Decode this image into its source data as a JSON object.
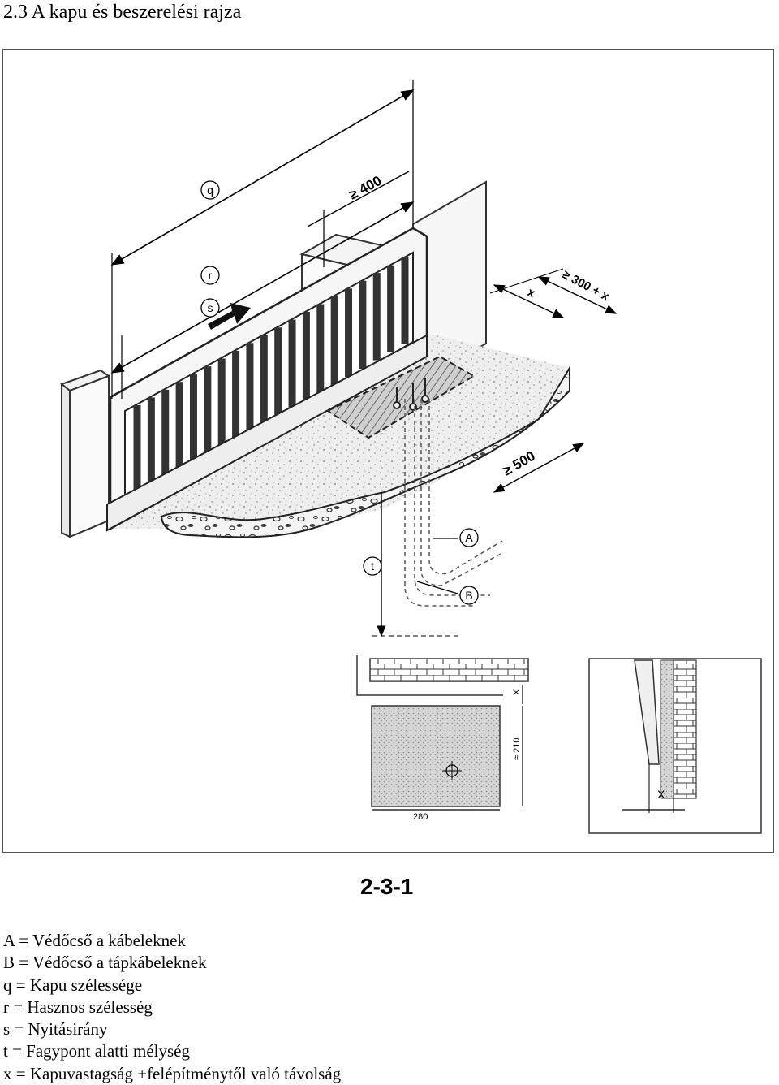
{
  "page": {
    "heading": "2.3 A kapu és beszerelési rajza"
  },
  "figure": {
    "id_label": "2-3-1",
    "callouts": {
      "q": "q",
      "r": "r",
      "s": "s",
      "t": "t",
      "A": "A",
      "B": "B"
    },
    "dimensions": {
      "d400": "≥ 400",
      "d300x": "≥ 300 + x",
      "dx": "x",
      "d500": "≥ 500",
      "detail_x_top": "X",
      "detail_210": "≈ 210",
      "detail_280": "280",
      "detail_x_side": "X"
    }
  },
  "legend": [
    "A = Védőcső a kábeleknek",
    "B = Védőcső a tápkábeleknek",
    "q = Kapu szélessége",
    "r = Hasznos szélesség",
    "s = Nyitásirány",
    "t = Fagypont alatti mélység",
    "x = Kapuvastagság +felépítménytől való távolság"
  ]
}
